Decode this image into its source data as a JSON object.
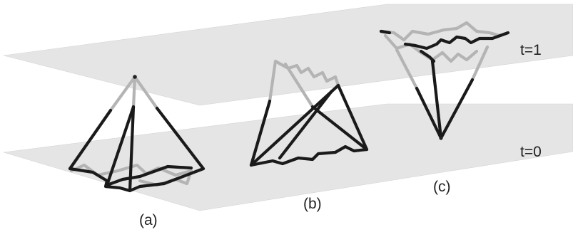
{
  "planes": {
    "top_label": "t=1",
    "bottom_label": "t=0"
  },
  "panels": [
    {
      "label": "(a)"
    },
    {
      "label": "(b)"
    },
    {
      "label": "(c)"
    }
  ],
  "colors": {
    "plane_fill": "#e5e5e5",
    "dark_tube": "#1a1a1a",
    "light_tube": "#b4b4b4"
  }
}
